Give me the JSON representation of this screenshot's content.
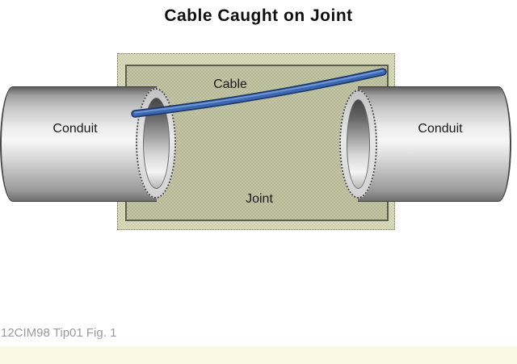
{
  "title": "Cable Caught on Joint",
  "figure": {
    "labels": {
      "conduit_left": "Conduit",
      "conduit_right": "Conduit",
      "cable": "Cable",
      "joint": "Joint"
    }
  },
  "caption": "12CIM98 Tip01 Fig. 1",
  "colors": {
    "background": "#ffffff",
    "joint_fill": "#bbbf9f",
    "joint_band": "#d0d3b0",
    "joint_border": "#5c5f4c",
    "conduit_highlight": "#f7f7f7",
    "conduit_shadow": "#6e6e6e",
    "cable_blue": "#3b67b3",
    "cable_outline": "#1e3a6d",
    "cable_highlight": "#7b9fd9",
    "caption_gray": "#9a9a9a",
    "footer_strip": "#fafae4",
    "title_color": "#101010"
  }
}
